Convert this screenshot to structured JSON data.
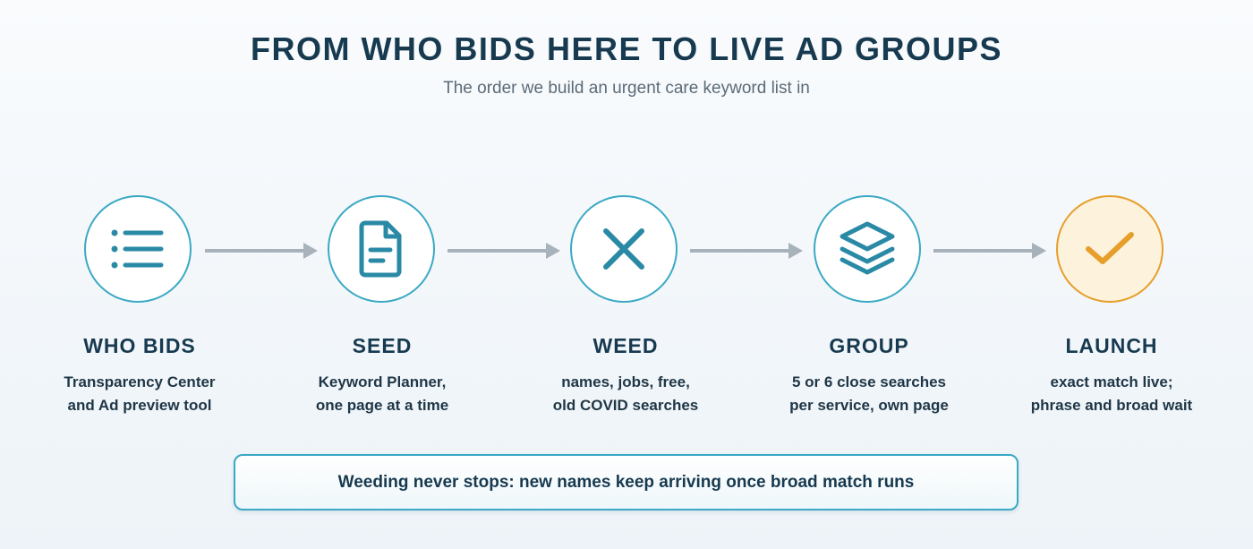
{
  "header": {
    "title": "FROM WHO BIDS HERE TO LIVE AD GROUPS",
    "subtitle": "The order we build an urgent care keyword list in"
  },
  "colors": {
    "accent": "#3aa9c4",
    "accent_dark": "#2a8aa6",
    "final_accent": "#e79e2a",
    "final_fill": "#fdf3dd",
    "arrow": "#a7b2ba",
    "heading": "#173a50"
  },
  "steps": [
    {
      "icon": "list-icon",
      "title": "WHO BIDS",
      "desc_line1": "Transparency Center",
      "desc_line2": "and Ad preview tool"
    },
    {
      "icon": "document-icon",
      "title": "SEED",
      "desc_line1": "Keyword Planner,",
      "desc_line2": "one page at a time"
    },
    {
      "icon": "x-icon",
      "title": "WEED",
      "desc_line1": "names, jobs, free,",
      "desc_line2": "old COVID searches"
    },
    {
      "icon": "layers-icon",
      "title": "GROUP",
      "desc_line1": "5 or 6 close searches",
      "desc_line2": "per service, own page"
    },
    {
      "icon": "check-icon",
      "title": "LAUNCH",
      "desc_line1": "exact match live;",
      "desc_line2": "phrase and broad wait"
    }
  ],
  "note": {
    "text": "Weeding never stops: new names keep arriving once broad match runs"
  }
}
